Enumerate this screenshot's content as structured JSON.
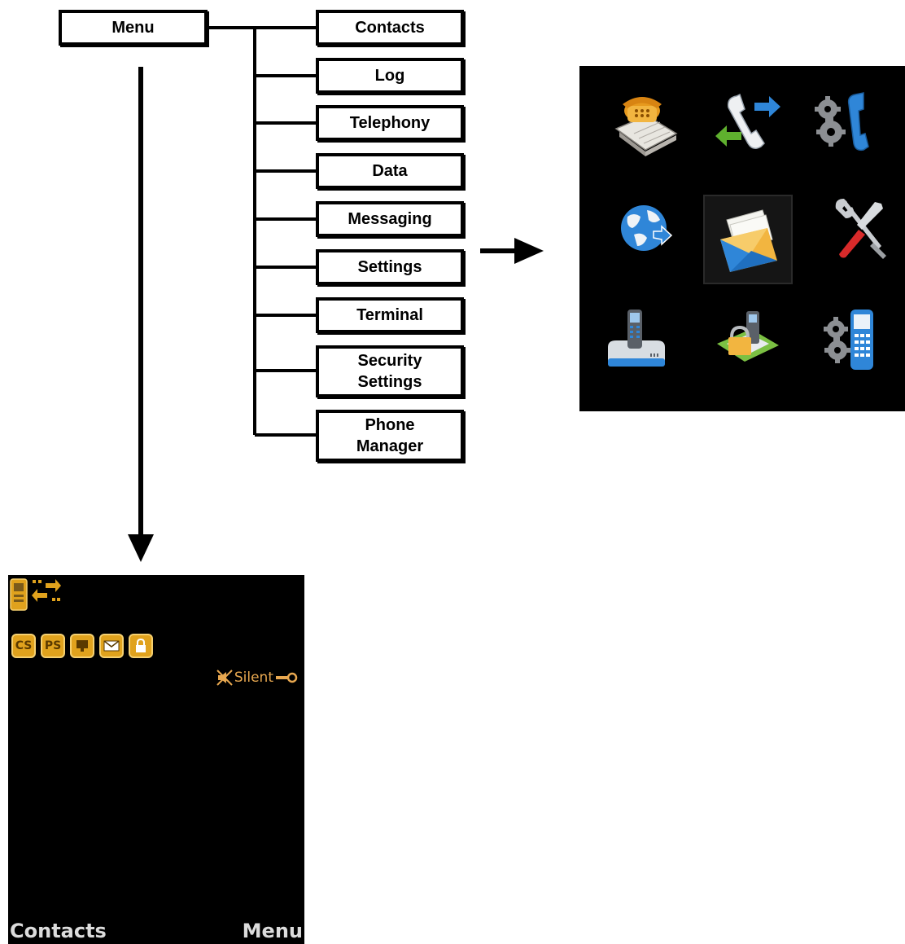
{
  "root": {
    "label": "Menu"
  },
  "menu_items": [
    {
      "label": "Contacts"
    },
    {
      "label": "Log"
    },
    {
      "label": "Telephony"
    },
    {
      "label": "Data"
    },
    {
      "label": "Messaging"
    },
    {
      "label": "Settings"
    },
    {
      "label": "Terminal"
    },
    {
      "label": "Security\nSettings"
    },
    {
      "label": "Phone\nManager"
    }
  ],
  "icon_grid": {
    "icons": [
      "contacts-book-phone-icon",
      "call-log-arrows-icon",
      "telephony-settings-icon",
      "data-globe-icon",
      "messaging-envelope-icon",
      "settings-tools-icon",
      "terminal-phone-cradle-icon",
      "security-padlock-phone-icon",
      "phone-manager-gears-icon"
    ],
    "selected": 4,
    "colors": {
      "background": "#000000",
      "accent_blue": "#2f86d8",
      "accent_orange": "#f0a020"
    }
  },
  "phone_screen": {
    "status_icons": [
      "phone-battery-icon",
      "data-transfer-arrows-icon"
    ],
    "indicators": [
      "CS",
      "PS",
      "",
      "",
      ""
    ],
    "indicator_icons": [
      "cs-icon",
      "ps-icon",
      "network-icon",
      "message-icon",
      "lock-icon"
    ],
    "profile": "Silent",
    "softkeys": {
      "left": "Contacts",
      "right": "Menu"
    },
    "colors": {
      "text": "#e8a850",
      "indicator": "#e0a21d",
      "softkey": "#dcdcdc"
    }
  }
}
